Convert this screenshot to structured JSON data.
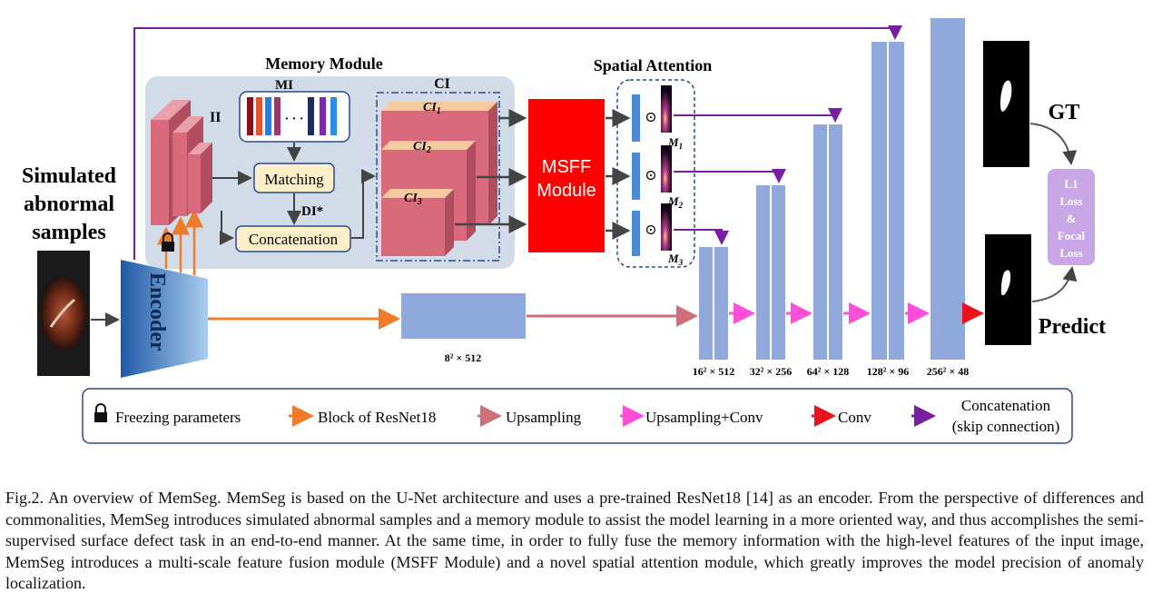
{
  "diagram": {
    "input_label": [
      "Simulated",
      "abnormal",
      "samples"
    ],
    "encoder_label": "Encoder",
    "memory_module_title": "Memory Module",
    "spatial_attention_title": "Spatial Attention",
    "ii_label": "II",
    "mi_label": "MI",
    "ci_label": "CI",
    "ci_items": [
      "CI",
      "CI",
      "CI"
    ],
    "ci_subs": [
      "1",
      "2",
      "3"
    ],
    "matching_label": "Matching",
    "di_label": "DI*",
    "concatenation_label": "Concatenation",
    "ellipsis": "· · ·",
    "msff_label": [
      "MSFF",
      "Module"
    ],
    "odot": "⊙",
    "m_labels": [
      "M",
      "M",
      "M"
    ],
    "m_subs": [
      "1",
      "2",
      "3"
    ],
    "bottleneck_label": "8² × 512",
    "decoder_labels": [
      "16² × 512",
      "32² × 256",
      "64² × 128",
      "128² × 96",
      "256² × 48"
    ],
    "gt_label": "GT",
    "predict_label": "Predict",
    "loss_label": [
      "L1",
      "Loss",
      "&",
      "Focal",
      "Loss"
    ]
  },
  "legend": {
    "freezing": "Freezing parameters",
    "block": "Block of ResNet18",
    "upsampling": "Upsampling",
    "upconv": "Upsampling+Conv",
    "conv": "Conv",
    "concat": [
      "Concatenation",
      "(skip connection)"
    ]
  },
  "caption": "Fig.2. An overview of MemSeg. MemSeg is based on the U-Net architecture and uses a pre-trained ResNet18 [14] as an encoder. From the perspective of differences and commonalities, MemSeg introduces simulated abnormal samples and a memory module to assist the model learning in a more oriented way, and thus accomplishes the semi-supervised surface defect task in an end-to-end manner. At the same time, in order to fully fuse the memory information with the high-level features of the input image, MemSeg introduces a multi-scale feature fusion module (MSFF Module) and a novel spatial attention module, which greatly improves the model precision of anomaly localization.",
  "colors": {
    "orange": "#f07c2a",
    "upsampling": "#cf6f7a",
    "pink": "#ff4fd8",
    "red": "#e8131c",
    "purple": "#7a1ea1",
    "decoder_blue": "#8fa9dc",
    "msff_red": "#ff0000",
    "pink_block": "#d86a7c",
    "loss_purple": "#c9a7e6"
  }
}
